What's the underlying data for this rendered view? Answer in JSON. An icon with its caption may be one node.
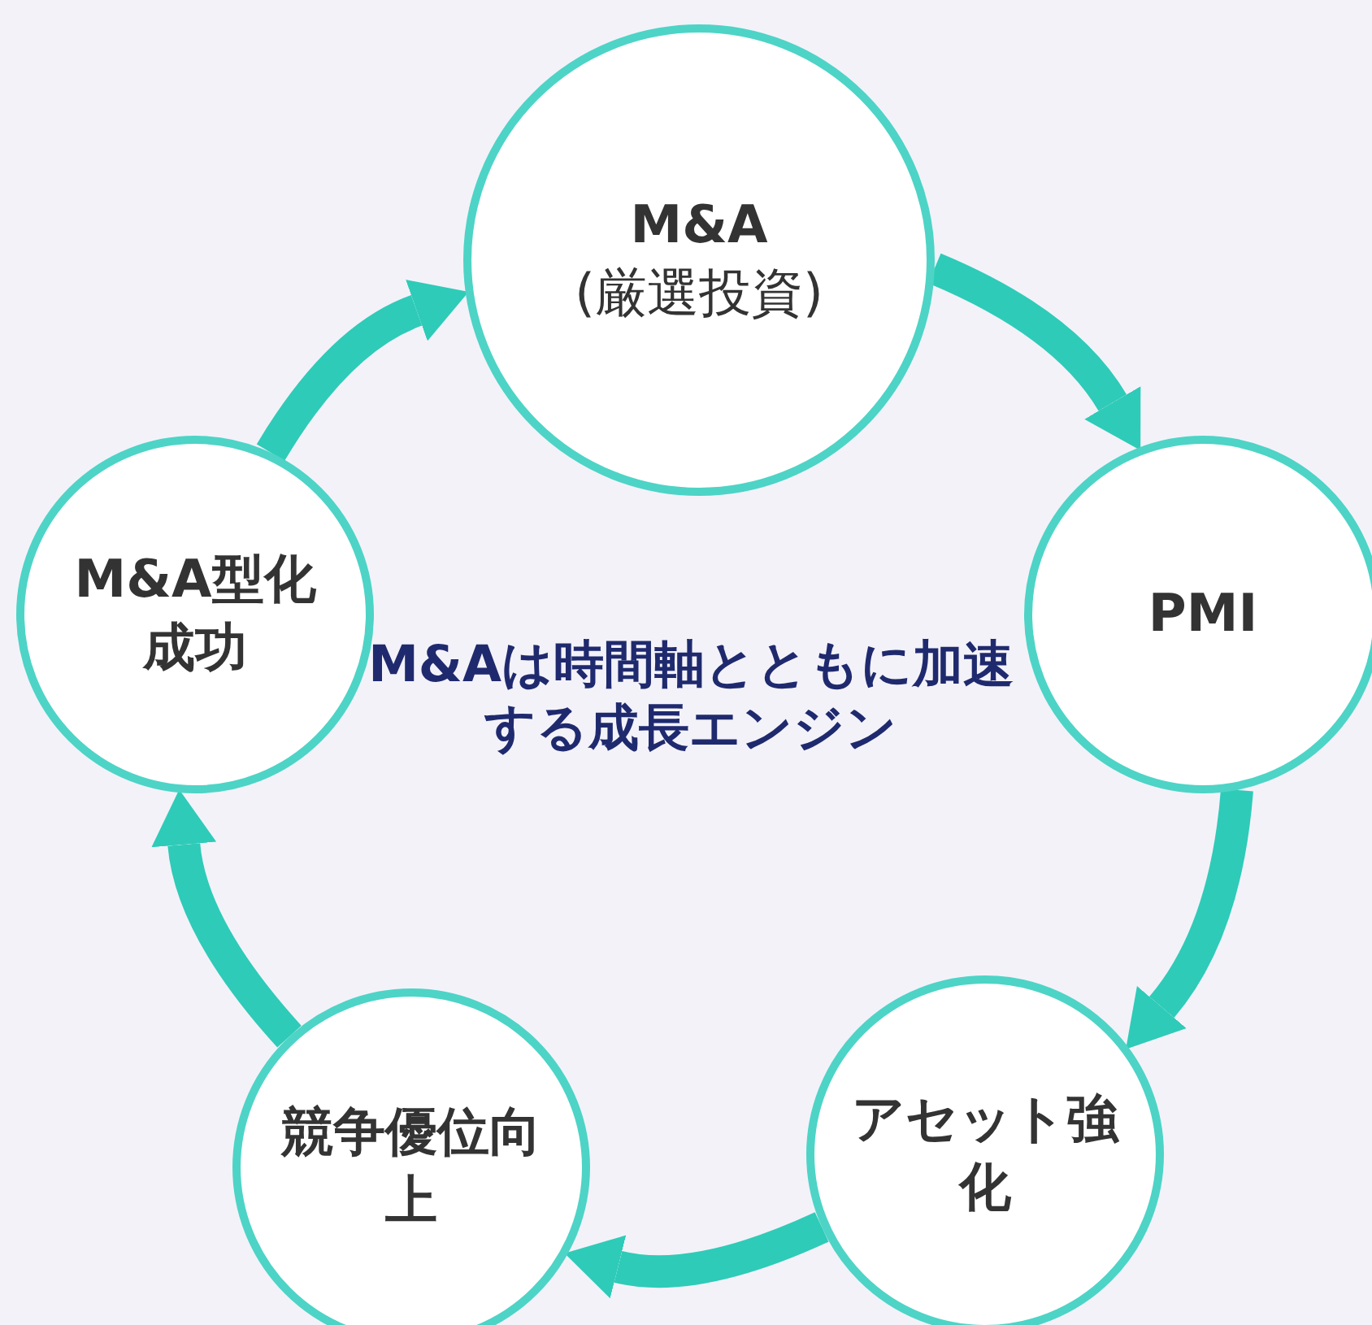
{
  "diagram": {
    "nodes": [
      {
        "text": [
          "M&A",
          "(厳選投資)"
        ]
      },
      {
        "text": [
          "PMI"
        ]
      },
      {
        "text": [
          "アセット強化"
        ]
      },
      {
        "text": [
          "競争優位向上"
        ]
      },
      {
        "text": [
          "M&A型化成功"
        ]
      }
    ],
    "edges": [
      {
        "from": 0,
        "to": 1,
        "arrow": "to"
      },
      {
        "from": 1,
        "to": 2,
        "arrow": "to"
      },
      {
        "from": 2,
        "to": 3,
        "arrow": "to"
      },
      {
        "from": 3,
        "to": 4,
        "arrow": "to"
      },
      {
        "from": 4,
        "to": 0,
        "arrow": "to"
      }
    ],
    "labels": [
      "M&Aは時間軸とともに加速する成長エンジン"
    ]
  }
}
